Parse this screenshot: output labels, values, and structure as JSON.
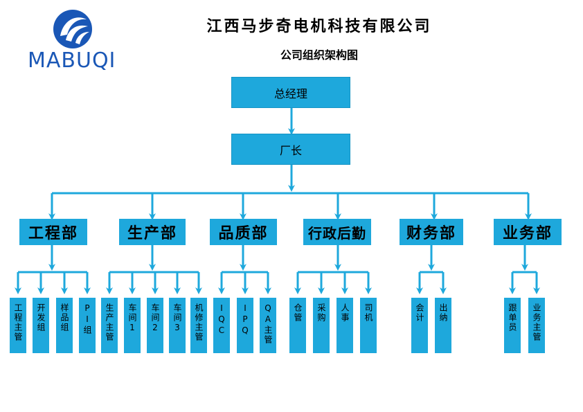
{
  "company": {
    "title": "江西马步奇电机科技有限公司",
    "subtitle": "公司组织架构图",
    "logo_text": "MABUQI"
  },
  "colors": {
    "box": "#1ea8dc",
    "line": "#1ea8dc",
    "logo": "#1a57b6"
  },
  "org": {
    "gm": "总经理",
    "factory_director": "厂长",
    "departments": [
      {
        "name": "工程部",
        "children": [
          "工程主管",
          "开发组",
          "样品组",
          "PI组"
        ]
      },
      {
        "name": "生产部",
        "children": [
          "生产主管",
          "车间1",
          "车间2",
          "车间3",
          "机修主管"
        ]
      },
      {
        "name": "品质部",
        "children": [
          "IQC",
          "IPQ",
          "QA主管"
        ]
      },
      {
        "name": "行政后勤",
        "children": [
          "仓管",
          "采购",
          "人事",
          "司机"
        ]
      },
      {
        "name": "财务部",
        "children": [
          "会计",
          "出纳"
        ]
      },
      {
        "name": "业务部",
        "children": [
          "跟单员",
          "业务主管"
        ]
      }
    ]
  }
}
